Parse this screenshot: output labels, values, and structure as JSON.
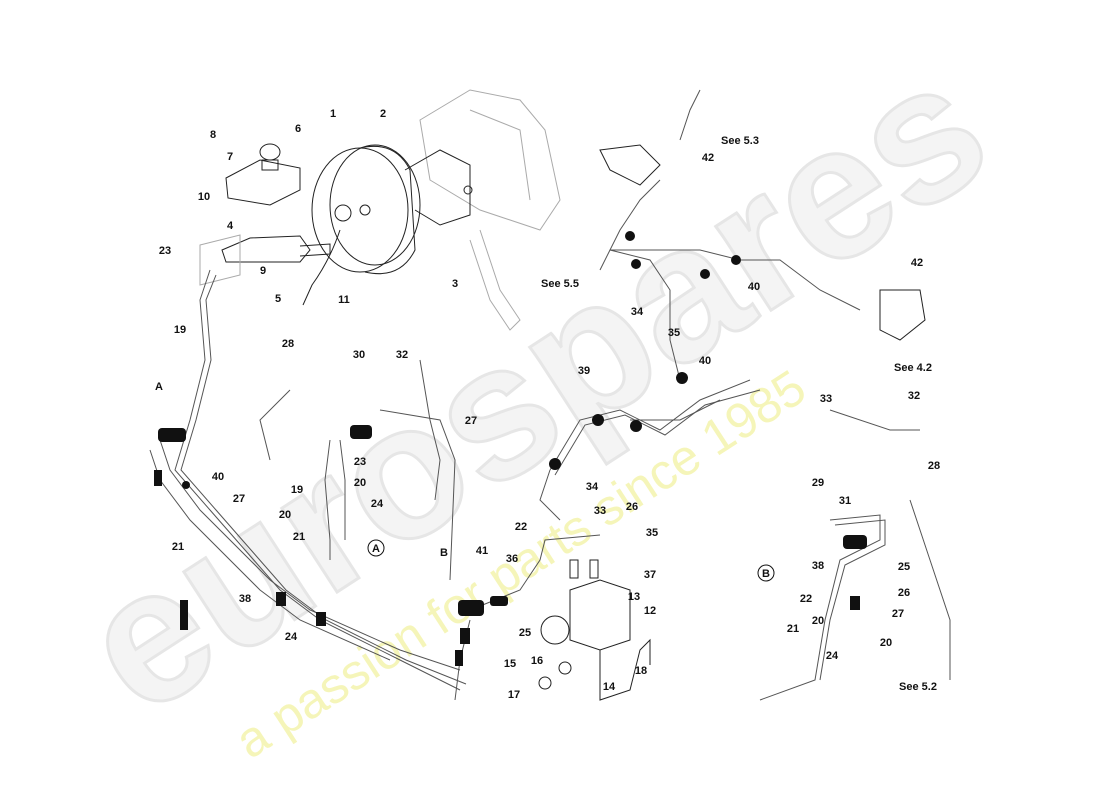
{
  "watermark": {
    "brand": "eurospares",
    "tagline": "a passion for parts since 1985"
  },
  "section_markers": {
    "a": "A",
    "b": "B"
  },
  "callouts": [
    "1",
    "2",
    "3",
    "4",
    "5",
    "6",
    "7",
    "8",
    "9",
    "10",
    "11",
    "23",
    "19",
    "28",
    "30",
    "32",
    "A",
    "40",
    "27",
    "21",
    "38",
    "24",
    "23",
    "19",
    "20",
    "20",
    "24",
    "21",
    "27",
    "B",
    "41",
    "36",
    "37",
    "22",
    "34",
    "33",
    "26",
    "35",
    "39",
    "25",
    "13",
    "12",
    "15",
    "16",
    "17",
    "14",
    "18",
    "See 5.5",
    "42",
    "See 5.3",
    "34",
    "35",
    "40",
    "40",
    "42",
    "See 4.2",
    "33",
    "32",
    "29",
    "31",
    "28",
    "38",
    "25",
    "26",
    "27",
    "22",
    "20",
    "24",
    "20",
    "21",
    "See 5.2"
  ]
}
